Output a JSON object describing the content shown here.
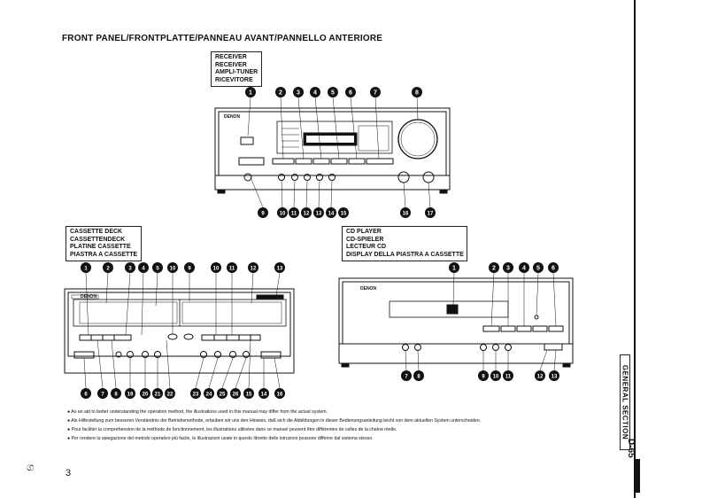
{
  "header": {
    "title": "FRONT PANEL/FRONTPLATTE/PANNEAU AVANT/PANNELLO ANTERIORE"
  },
  "receiver": {
    "label_lines": [
      "RECEIVER",
      "RECEIVER",
      "AMPLI-TUNER",
      "RICEVITORE"
    ],
    "brand": "DENON",
    "callouts_top": [
      "1",
      "2",
      "3",
      "4",
      "5",
      "6",
      "7",
      "8"
    ],
    "callouts_bottom": [
      "9",
      "10",
      "11",
      "12",
      "13",
      "14",
      "15",
      "16",
      "17"
    ]
  },
  "cassette": {
    "label_lines": [
      "CASSETTE DECK",
      "CASSETTENDECK",
      "PLATINE CASSETTE",
      "PIASTRA A CASSETTE"
    ],
    "brand": "DENON",
    "callouts_top": [
      "1",
      "2",
      "3",
      "4",
      "5",
      "10",
      "9",
      "10",
      "11",
      "12",
      "13"
    ],
    "callouts_bottom": [
      "6",
      "7",
      "8",
      "19",
      "20",
      "21",
      "22",
      "23",
      "24",
      "25",
      "26",
      "15",
      "14",
      "16"
    ]
  },
  "cd": {
    "label_lines": [
      "CD PLAYER",
      "CD-SPIELER",
      "LECTEUR CD",
      "DISPLAY DELLA PIASTRA A CASSETTE"
    ],
    "brand": "DENON",
    "callouts_top": [
      "1",
      "2",
      "3",
      "4",
      "5",
      "6"
    ],
    "callouts_bottom": [
      "7",
      "8",
      "9",
      "10",
      "11",
      "12",
      "13"
    ]
  },
  "notes": [
    "As an aid to better understanding the operation method, the illustrations used in this manual may differ from the actual system.",
    "Als Hilfestellung zum besseren Verständnis der Betriebsmethode, erlauben wir uns den Hinweis, daß sich die Abbildungen in dieser Bedienungsanleitung leicht von dem aktuellen System unterscheiden.",
    "Pour faciliter la compréhension de la méthode de fonctionnement, les illustrations utilisées dans ce manuel peuvent être différentes de celles de la chaîne réelle.",
    "Per rendere la spiegazione del metodo operativo più facile, le illustrazioni usate in questo libretto delle istruzioni possono differire dal sistema stesso."
  ],
  "footer": {
    "page_number": "3",
    "margin_mark": "ග"
  },
  "side": {
    "tab_label": "GENERAL SECTION",
    "model": "D-65"
  }
}
